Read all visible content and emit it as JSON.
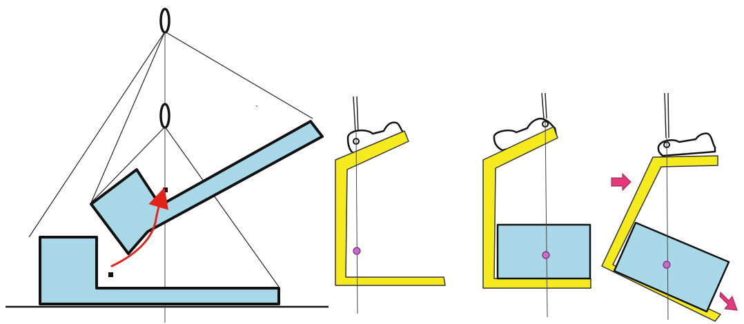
{
  "diagram": {
    "panels": [
      {
        "name": "sling-lift-pivot",
        "description_shown": false
      },
      {
        "name": "c-hook-empty"
      },
      {
        "name": "c-hook-loaded-balanced"
      },
      {
        "name": "c-hook-loaded-tilting"
      }
    ],
    "colors": {
      "load": "#a8d8e8",
      "c_hook": "#f4ea1e",
      "center_of_gravity": "#c46cc6",
      "motion_arrow": "#e0397c",
      "rotation_arrow": "#e2231a",
      "outline": "#111111"
    },
    "icons": [
      "lifting-ring-icon",
      "center-of-gravity-dot-icon",
      "push-arrow-icon",
      "rotation-arrow-icon"
    ]
  }
}
